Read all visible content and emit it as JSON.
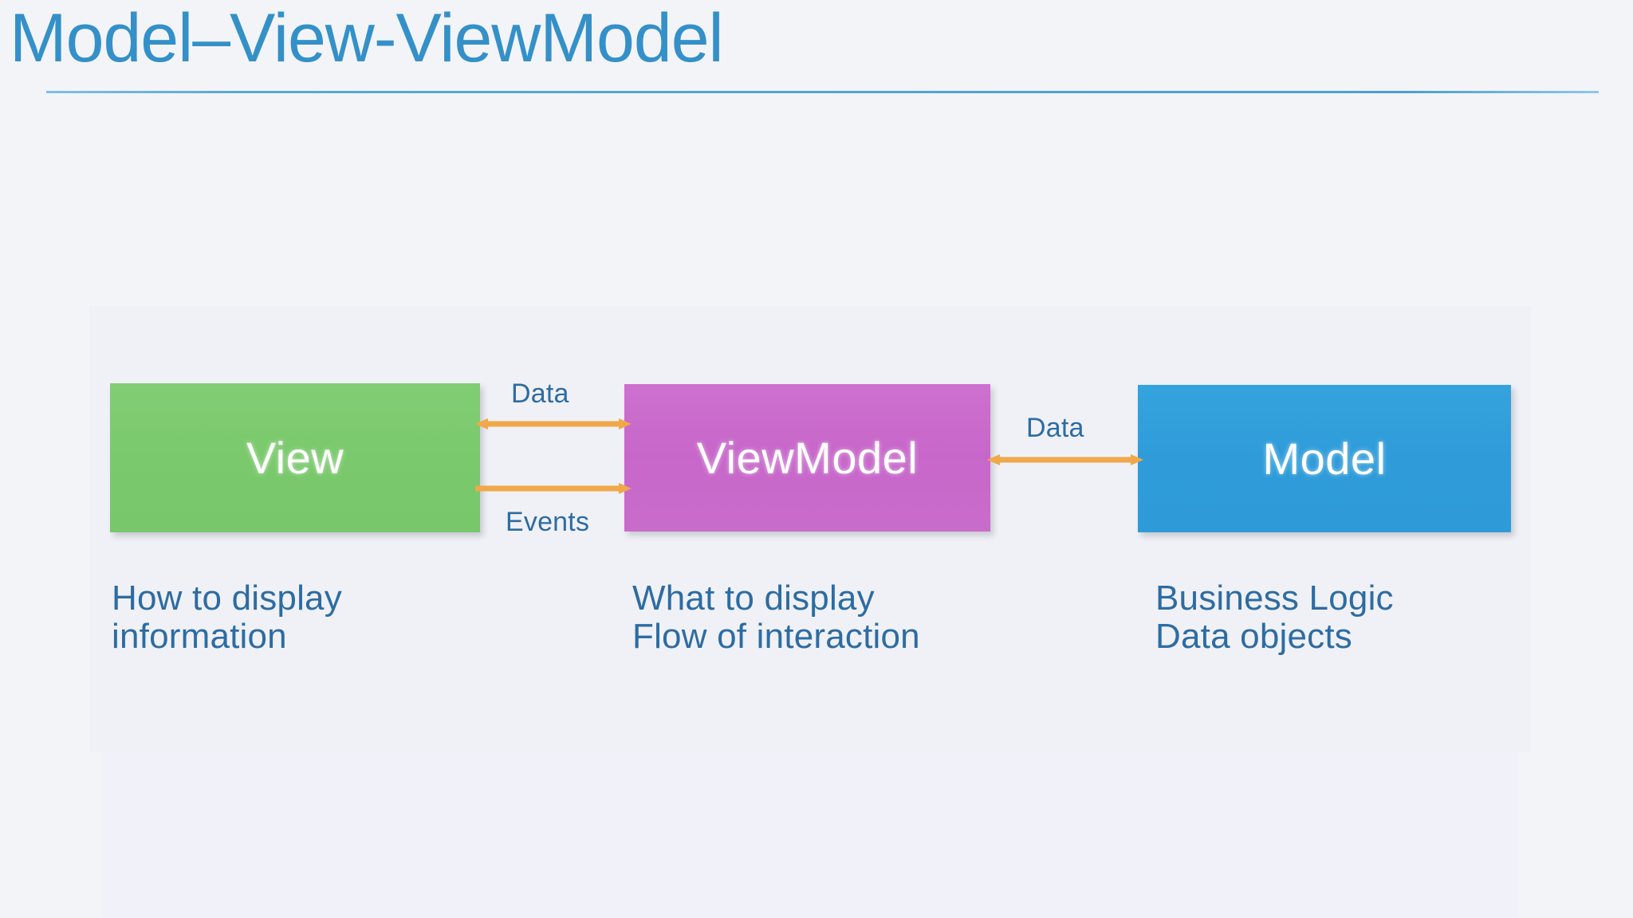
{
  "slide": {
    "title": "Model–View-ViewModel",
    "accent_color": "#3490c8",
    "background_color": "#f3f4f8",
    "text_color": "#2d6ca2"
  },
  "diagram": {
    "type": "flow-diagram",
    "nodes": [
      {
        "id": "view",
        "label": "View",
        "color": "#7ac96c",
        "caption": "How to display\ninformation"
      },
      {
        "id": "viewmodel",
        "label": "ViewModel",
        "color": "#c86ccb",
        "caption": "What to display\nFlow of interaction"
      },
      {
        "id": "model",
        "label": "Model",
        "color": "#2f9cd9",
        "caption": "Business Logic\nData objects"
      }
    ],
    "edges": [
      {
        "id": "data-view-vm",
        "label": "Data",
        "from": "view",
        "to": "viewmodel",
        "direction": "both",
        "color": "#f0a848"
      },
      {
        "id": "events-view-vm",
        "label": "Events",
        "from": "view",
        "to": "viewmodel",
        "direction": "right",
        "color": "#f0a848"
      },
      {
        "id": "data-vm-model",
        "label": "Data",
        "from": "viewmodel",
        "to": "model",
        "direction": "both",
        "color": "#f0a848"
      }
    ]
  }
}
